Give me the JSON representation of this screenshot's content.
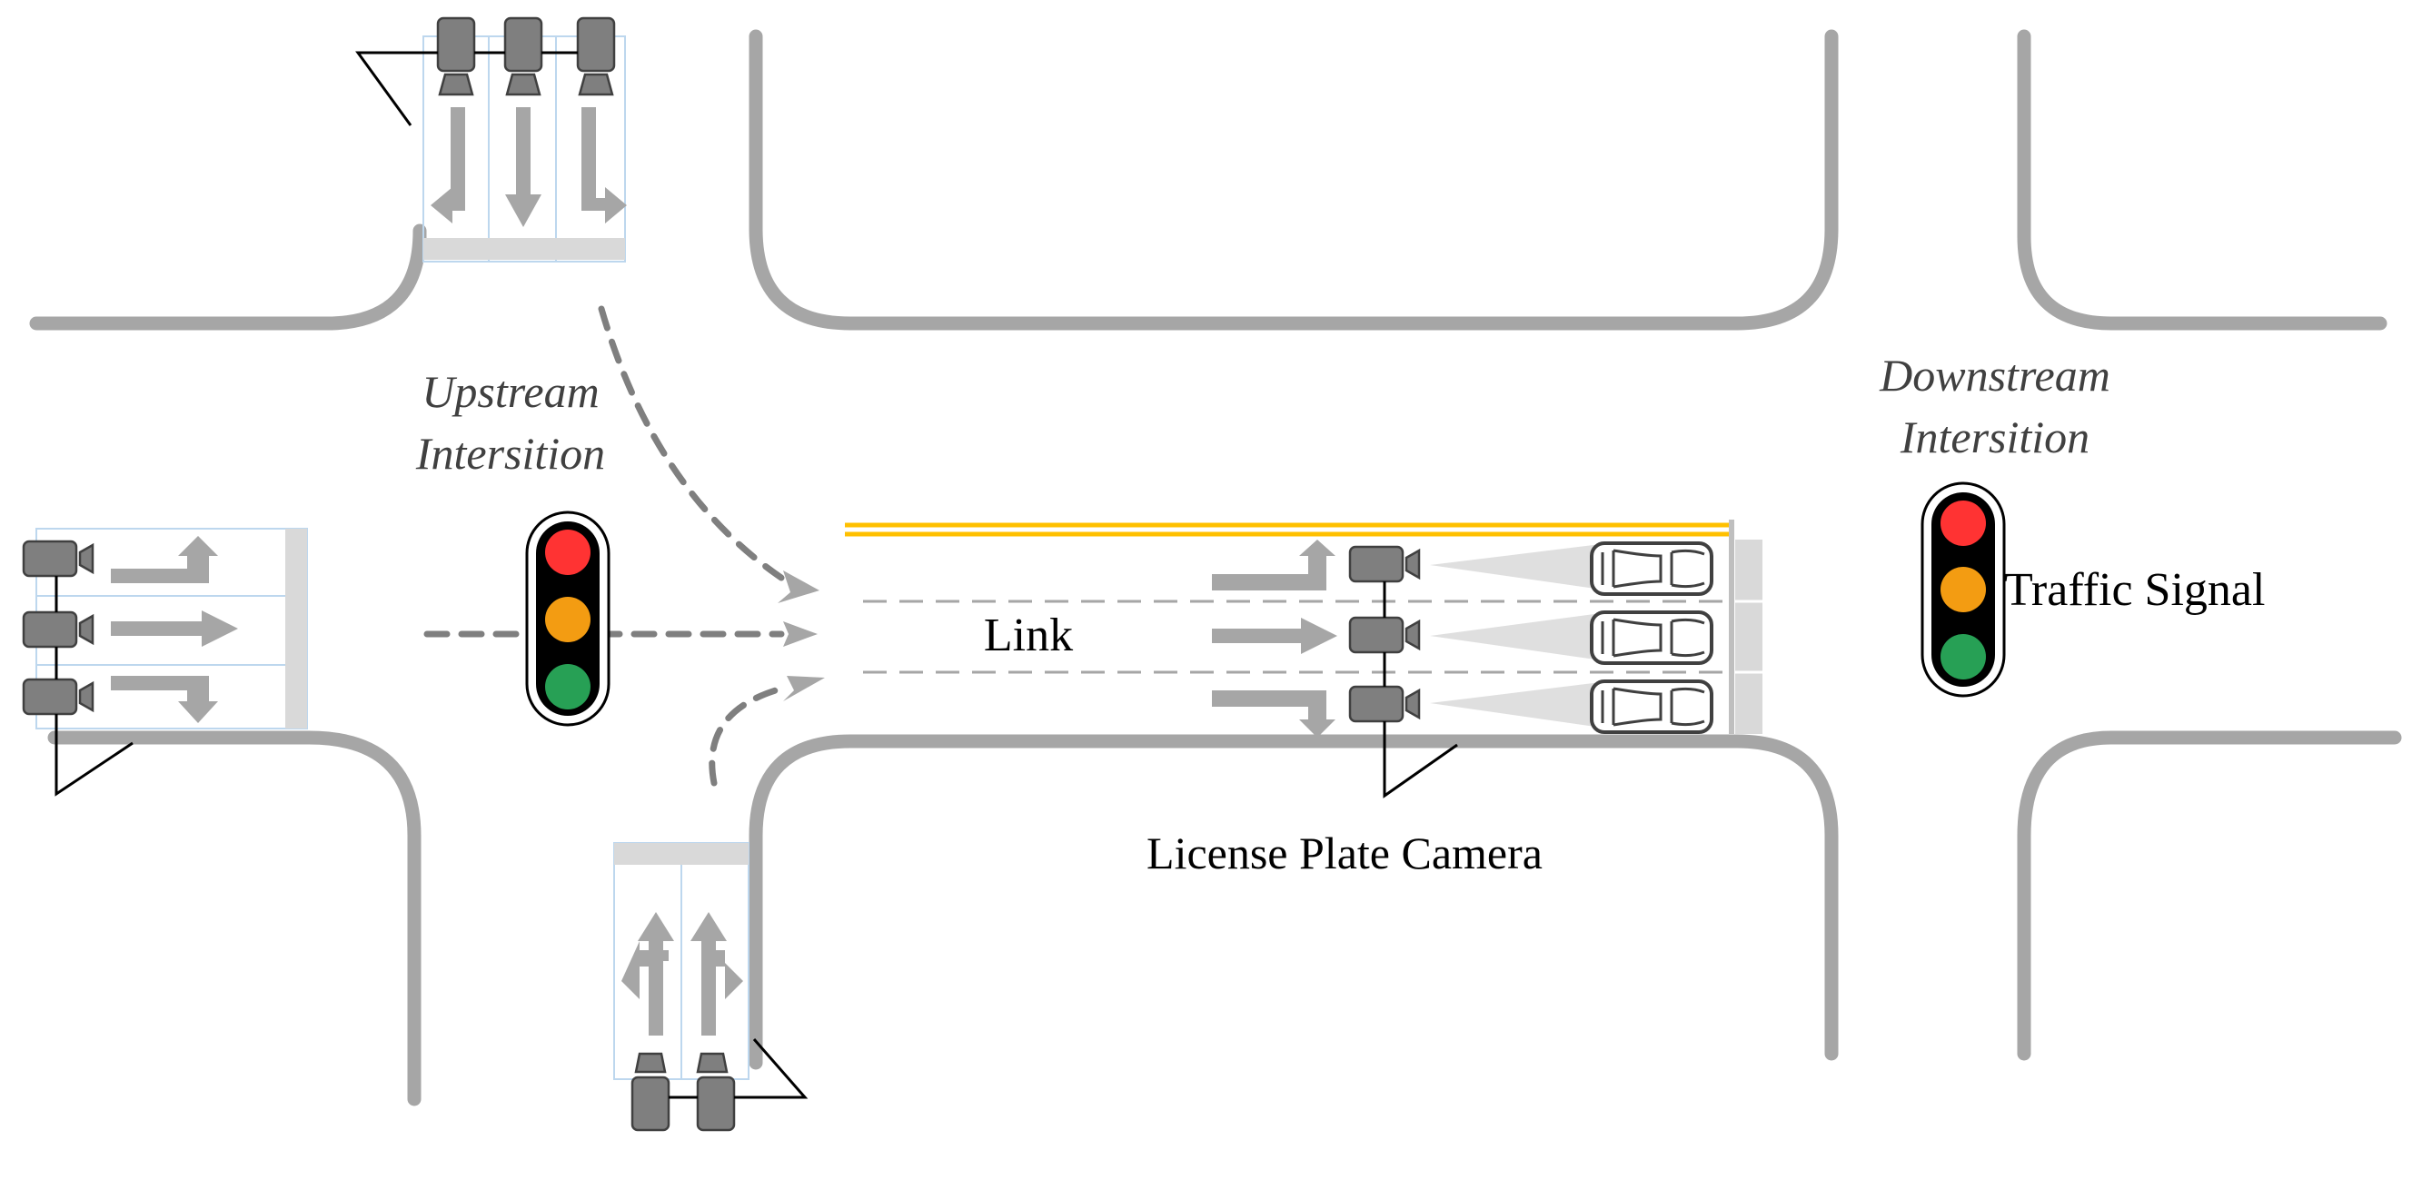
{
  "labels": {
    "upstream_line1": "Upstream",
    "upstream_line2": "Intersition",
    "downstream_line1": "Downstream",
    "downstream_line2": "Intersition",
    "link": "Link",
    "camera": "License Plate Camera",
    "signal": "Traffic Signal"
  },
  "colors": {
    "road": "#a6a6a6",
    "center_line": "#ffc000",
    "signal_red": "#ff3333",
    "signal_amber": "#f39c12",
    "signal_green": "#27a055",
    "camera": "#7f7f7f",
    "flow_arrow": "#7f7f7f"
  },
  "icons": [
    "traffic-light-icon",
    "license-plate-camera-icon",
    "car-icon",
    "lane-arrow-icon"
  ]
}
